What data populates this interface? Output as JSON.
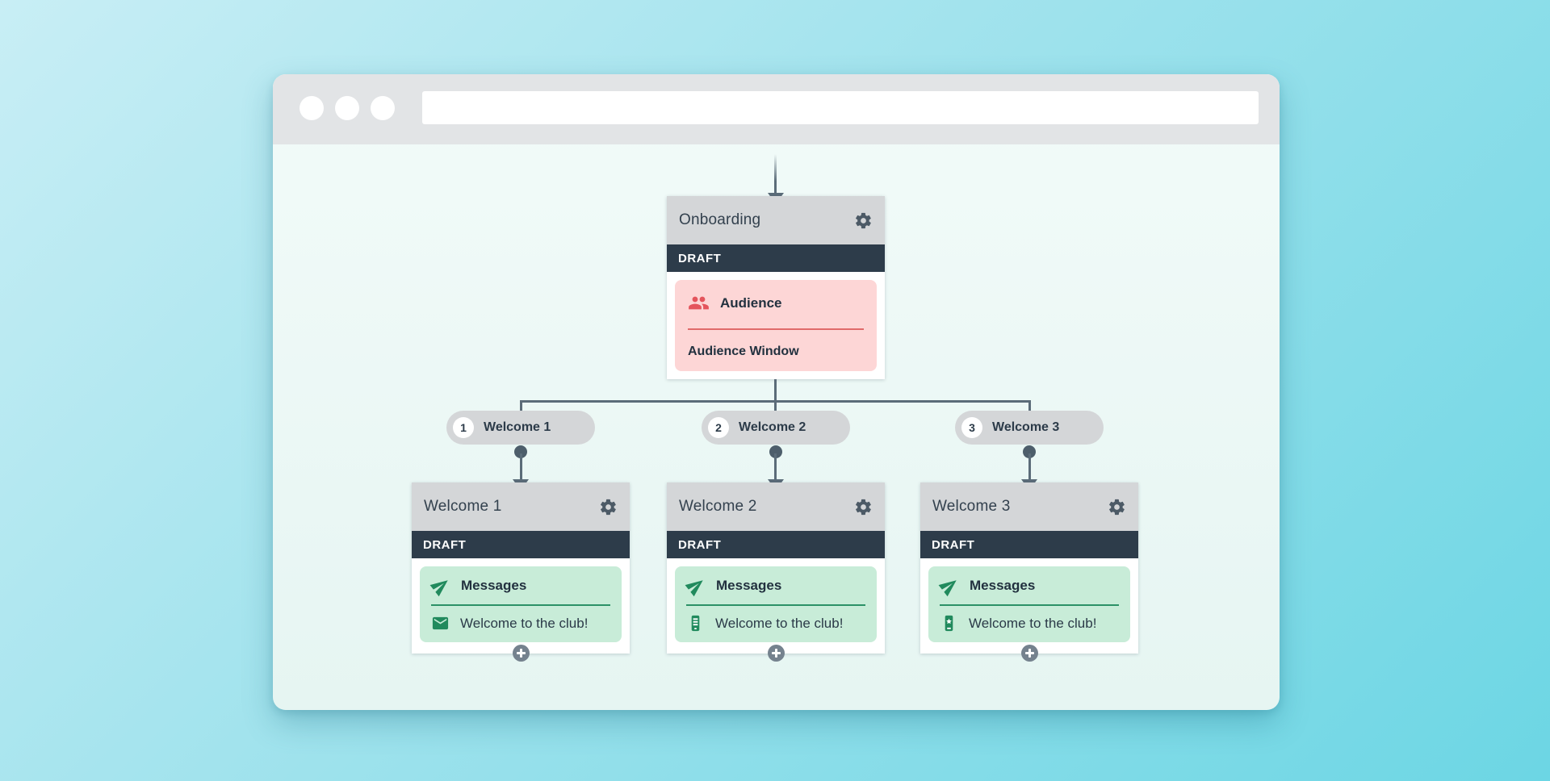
{
  "browser": {
    "window_controls": "three-dots",
    "address_value": ""
  },
  "flow": {
    "onboarding": {
      "title": "Onboarding",
      "status": "DRAFT",
      "audience": {
        "icon": "audience-icon",
        "label": "Audience",
        "sublabel": "Audience Window"
      }
    },
    "branches": [
      {
        "number": "1",
        "pill_label": "Welcome 1",
        "card": {
          "title": "Welcome 1",
          "status": "DRAFT",
          "section_label": "Messages",
          "section_icon": "paper-plane-icon",
          "message_text": "Welcome to the club!",
          "channel_icon": "envelope-icon"
        }
      },
      {
        "number": "2",
        "pill_label": "Welcome 2",
        "card": {
          "title": "Welcome 2",
          "status": "DRAFT",
          "section_label": "Messages",
          "section_icon": "paper-plane-icon",
          "message_text": "Welcome to the club!",
          "channel_icon": "sms-phone-icon"
        }
      },
      {
        "number": "3",
        "pill_label": "Welcome 3",
        "card": {
          "title": "Welcome 3",
          "status": "DRAFT",
          "section_label": "Messages",
          "section_icon": "paper-plane-icon",
          "message_text": "Welcome to the club!",
          "channel_icon": "push-phone-icon"
        }
      }
    ]
  },
  "colors": {
    "page_gradient_from": "#c8eef5",
    "page_gradient_to": "#6cd6e4",
    "toolbar": "#e2e4e6",
    "card_header": "#d4d6d8",
    "status_bar": "#2d3c4a",
    "audience_bg": "#fdd6d6",
    "audience_accent": "#e4545c",
    "messages_bg": "#c8ecd8",
    "messages_accent": "#218a5d",
    "connector": "#5b6c79",
    "text_dark": "#22313f",
    "plus_button": "#75828e"
  }
}
